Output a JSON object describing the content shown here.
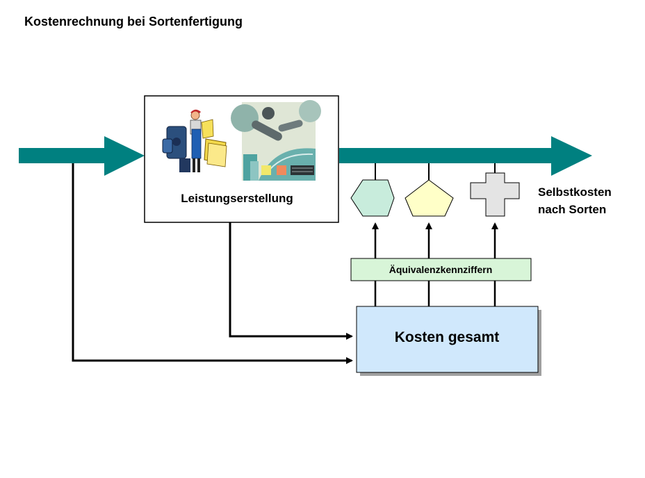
{
  "title": "Kostenrechnung bei Sortenfertigung",
  "process_label": "Leistungserstellung",
  "equivalence_label": "Äquivalenzkennziffern",
  "total_costs_label": "Kosten gesamt",
  "output_label_line1": "Selbstkosten",
  "output_label_line2": "nach Sorten",
  "colors": {
    "flow_arrow": "#008080",
    "hexagon": "#c8ecdc",
    "pentagon": "#ffffc8",
    "cross": "#e4e4e4",
    "equivalence_box": "#d8f5d8",
    "total_box": "#d0e8fc"
  },
  "icons": [
    "worker-machine-icon",
    "robot-production-icon"
  ]
}
